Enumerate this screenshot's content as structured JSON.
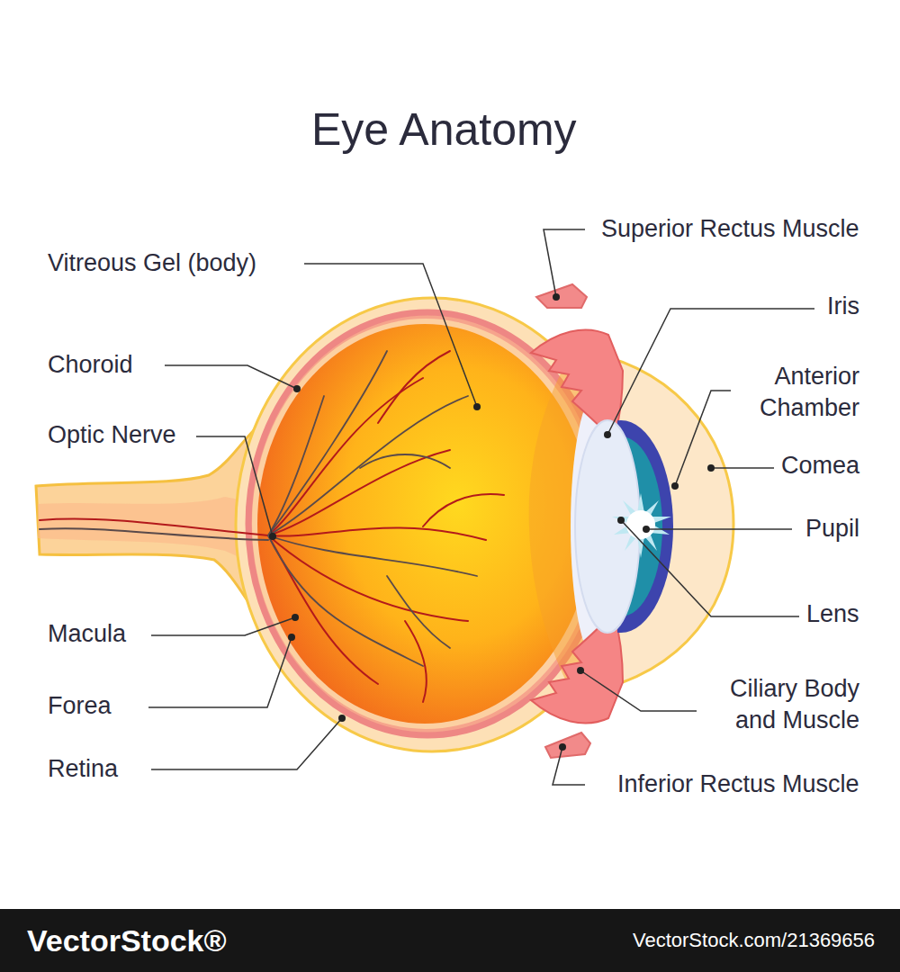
{
  "diagram": {
    "title": "Eye Anatomy",
    "labels": [
      "Vitreous Gel (body)",
      "Choroid",
      "Optic Nerve",
      "Macula",
      "Forea",
      "Retina",
      "Superior Rectus Muscle",
      "Iris",
      "Anterior Chamber",
      "Comea",
      "Pupil",
      "Lens",
      "Ciliary Body and Muscle",
      "Inferior Rectus Muscle",
      "VectorStock®",
      "VectorStock.com/21369656"
    ]
  }
}
